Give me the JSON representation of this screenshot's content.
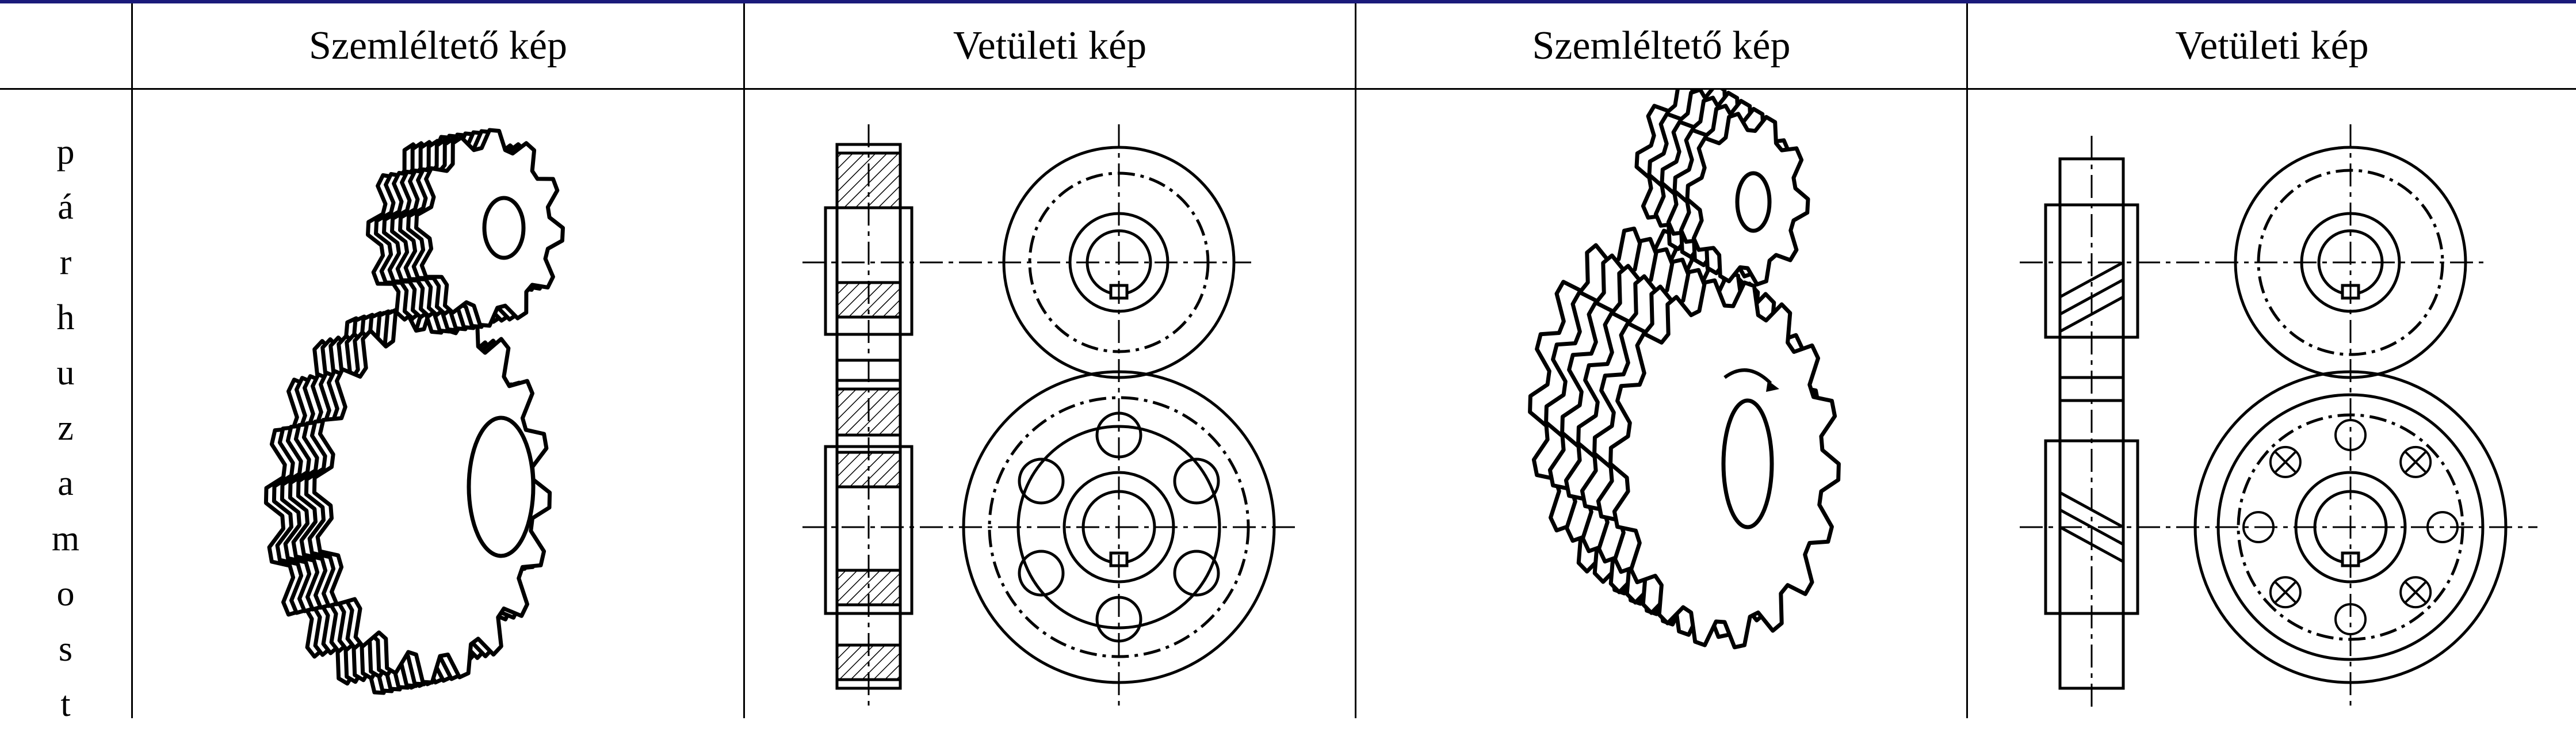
{
  "headers": [
    "Szemléltető kép",
    "Vetületi kép",
    "Szemléltető kép",
    "Vetületi kép"
  ],
  "row_label_letters": [
    "p",
    "á",
    "r",
    "h",
    "u",
    "z",
    "a",
    "m",
    "o",
    "s",
    "t"
  ],
  "colors": {
    "ink": "#000000",
    "top_bar": "#1a1a7a"
  }
}
